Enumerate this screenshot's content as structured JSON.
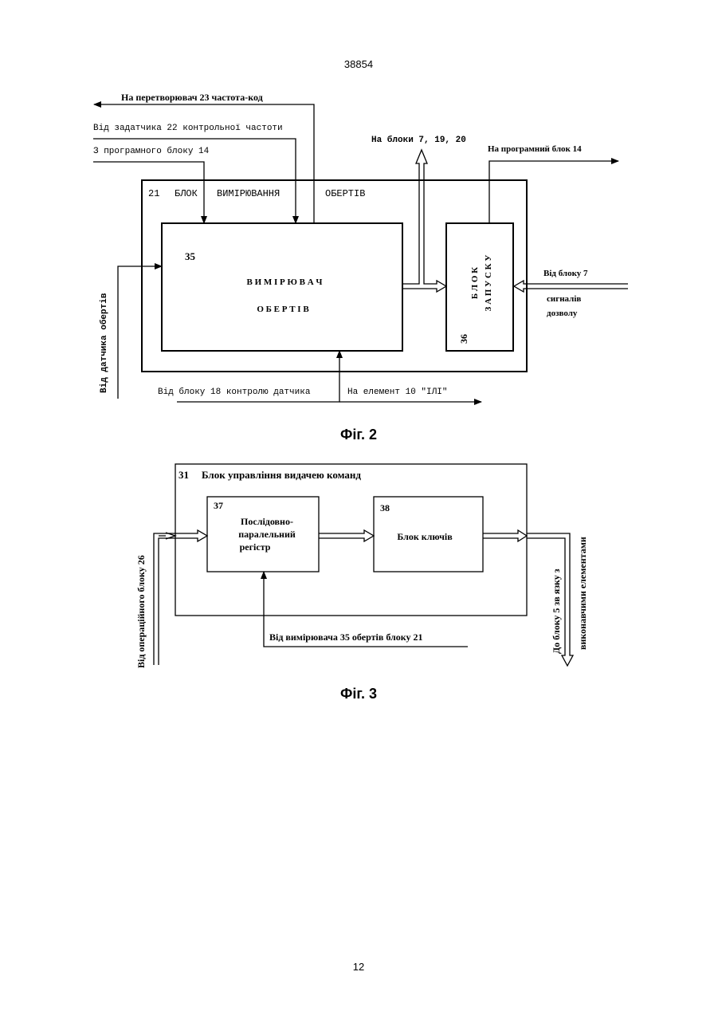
{
  "page": {
    "header_number": "38854",
    "footer_number": "12"
  },
  "fig2": {
    "caption": "Фіг. 2",
    "outer_block_number": "21",
    "outer_block_title_1": "БЛОК",
    "outer_block_title_2": "ВИМІРЮВАННЯ",
    "outer_block_title_3": "ОБЕРТІВ",
    "meter_number": "35",
    "meter_label_1": "В И М І Р Ю В А Ч",
    "meter_label_2": "О Б Е Р Т І В",
    "launch_number": "36",
    "launch_label_1": "Б Л О К",
    "launch_label_2": "З А П У С К У",
    "in_prog_block": "З програмного блоку 14",
    "in_setter": "Від задатчика 22 контрольної частоти",
    "out_converter": "На перетворювач 23 частота-код",
    "out_blocks": "На блоки 7, 19, 20",
    "out_prog_block": "На програмний блок 14",
    "in_block7_1": "Від блоку 7",
    "in_block7_2": "сигналів",
    "in_block7_3": "дозволу",
    "in_sensor": "Від датчика обертів",
    "in_block18": "Від блоку 18 контролю датчика",
    "out_element10": "На елемент 10 \"ІЛІ\""
  },
  "fig3": {
    "caption": "Фіг. 3",
    "outer_block_number": "31",
    "outer_block_title": "Блок управління видачею команд",
    "register_number": "37",
    "register_label_1": "Послідовно-",
    "register_label_2": "паралельний",
    "register_label_3": "регістр",
    "keys_number": "38",
    "keys_label": "Блок ключів",
    "in_operational": "Від операційного блоку 26",
    "in_meter": "Від вимірювача 35 обертів блоку 21",
    "out_block5_1": "До блоку 5 зв язку з",
    "out_block5_2": "виконавчими елементами"
  }
}
